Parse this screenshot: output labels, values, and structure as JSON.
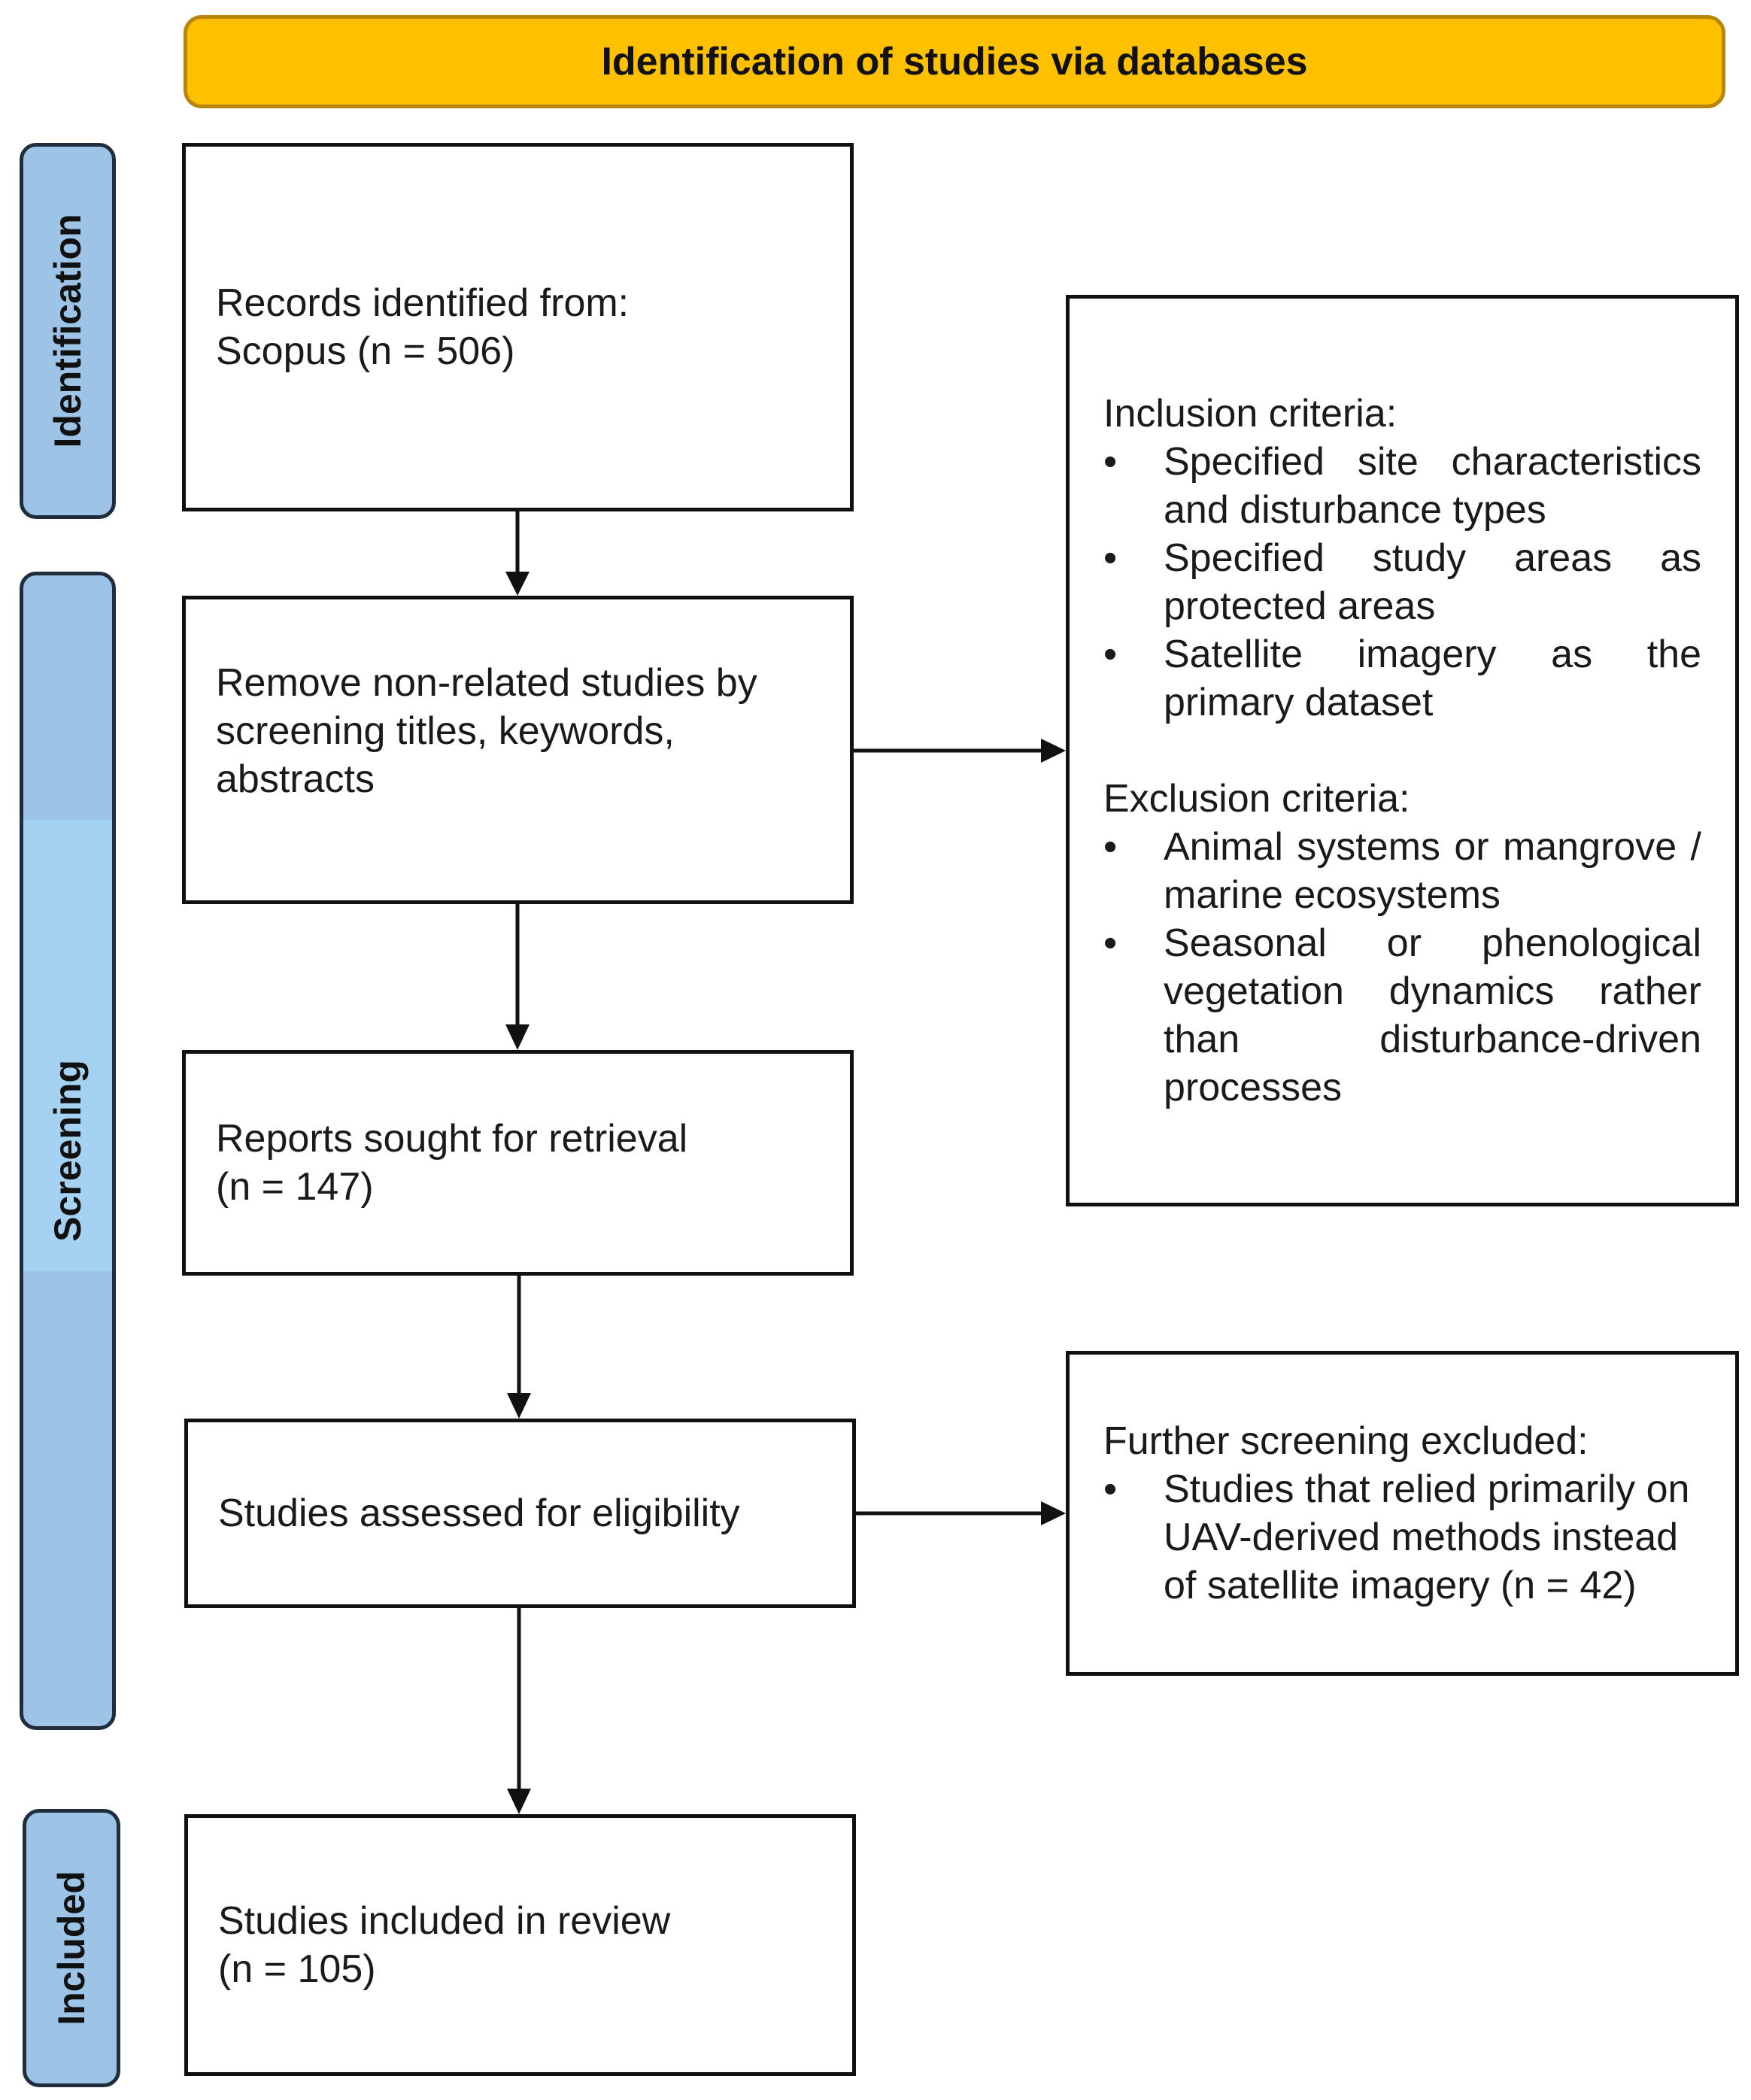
{
  "header": {
    "title": "Identification of studies via databases"
  },
  "stages": {
    "identification": "Identification",
    "screening": "Screening",
    "included": "Included"
  },
  "boxes": {
    "records_line1": "Records identified from:",
    "records_line2": "Scopus (n = 506)",
    "remove_text": "Remove non-related studies by screening titles, keywords, abstracts",
    "reports_line1": "Reports sought for retrieval",
    "reports_line2": "(n = 147)",
    "assessed_text": "Studies assessed for eligibility",
    "included_line1": "Studies included in review",
    "included_line2": "(n = 105)"
  },
  "criteria": {
    "inclusion_title": "Inclusion criteria:",
    "inclusion_items": [
      "Specified site characteristics and disturbance types",
      "Specified study areas as protected areas",
      "Satellite imagery as the primary dataset"
    ],
    "exclusion_title": "Exclusion criteria:",
    "exclusion_items": [
      "Animal systems or mangrove / marine ecosystems",
      "Seasonal or phenological vegetation dynamics rather than disturbance-driven processes"
    ]
  },
  "further": {
    "title": "Further screening excluded:",
    "items": [
      "Studies that relied primarily on UAV-derived methods instead of satellite imagery (n = 42)"
    ]
  },
  "bullet_glyph": "•",
  "colors": {
    "header_fill": "#FFC000",
    "header_border": "#B8860B",
    "stage_fill": "#9DC3E6",
    "stage_highlight": "#A5D2F0",
    "stage_border": "#1f2d3d",
    "box_border": "#111111"
  }
}
